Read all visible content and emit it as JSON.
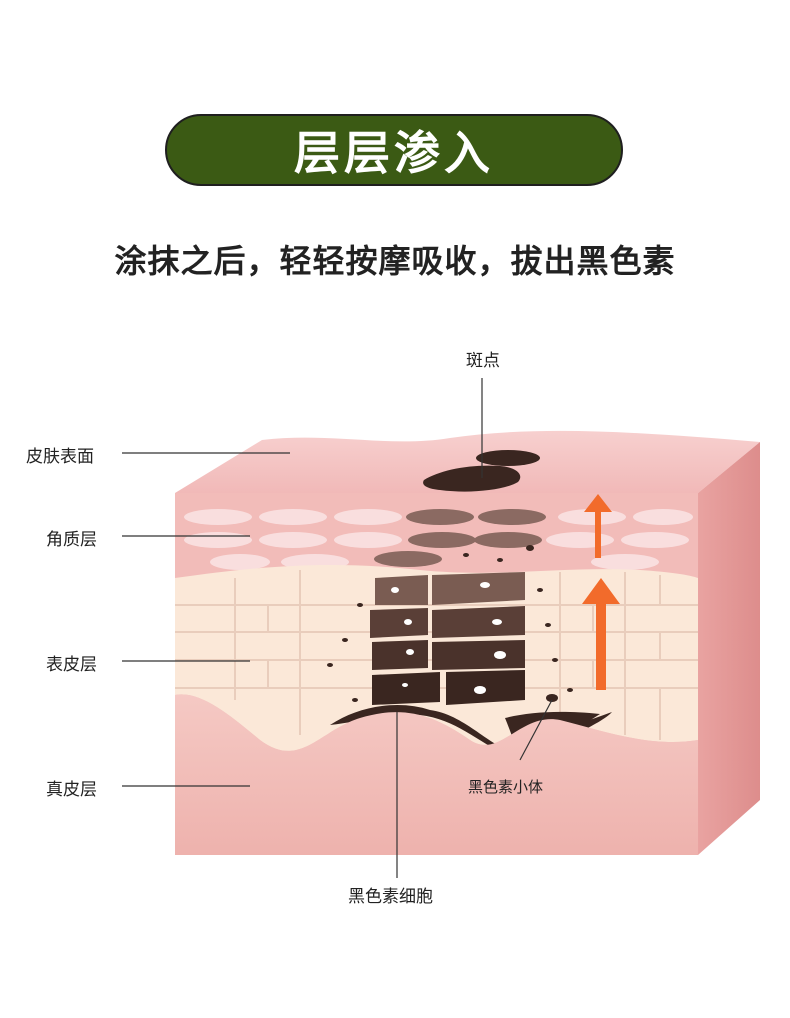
{
  "header": {
    "title": "层层渗入"
  },
  "subtitle": "涂抹之后，轻轻按摩吸收，拔出黑色素",
  "labels": {
    "spot": "斑点",
    "skin_surface": "皮肤表面",
    "stratum_corneum": "角质层",
    "epidermis": "表皮层",
    "dermis": "真皮层",
    "melanosome": "黑色素小体",
    "melanocyte": "黑色素细胞"
  },
  "colors": {
    "banner_bg": "#3b5a14",
    "skin_top": "#f4c3c3",
    "skin_front": "#eda8a5",
    "skin_side": "#e69593",
    "epidermis_cells": "#fbe8d8",
    "melanin_dark": "#3a2620",
    "melanin_mid": "#7a5c52",
    "arrow": "#f26b2b"
  }
}
